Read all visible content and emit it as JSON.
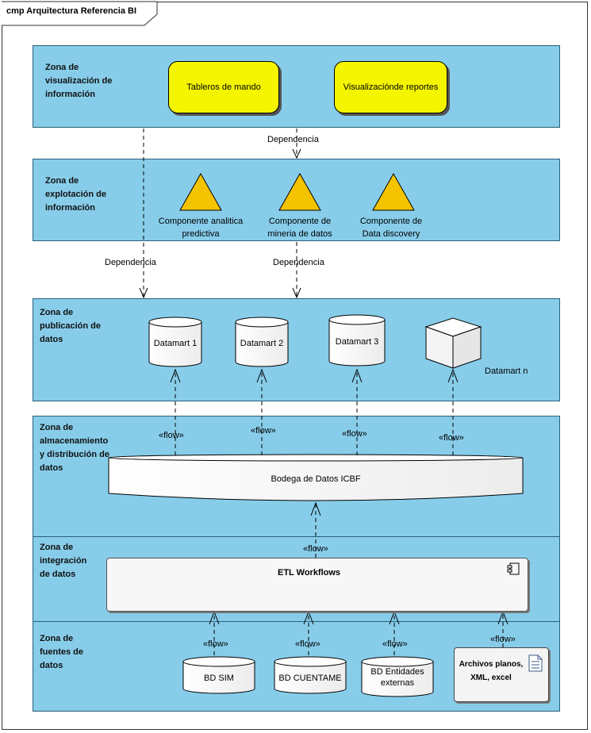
{
  "frame_title": "cmp Arquitectura Referencia BI",
  "zones": {
    "visualizacion": "Zona de\nvisualización de\ninformación",
    "explotacion": "Zona de\nexplotación de\ninformación",
    "publicacion": "Zona de\npublicación de\ndatos",
    "almacenamiento": "Zona de\nalmacenamiento\ny distribución de\ndatos",
    "integracion": "Zona de\nintegración\nde datos",
    "fuentes": "Zona de\nfuentes de\ndatos"
  },
  "visual_components": {
    "tableros": "Tableros de mando",
    "reportes": "Visualizaciónde reportes"
  },
  "exploit_components": {
    "analitica": "Componente analitica\npredictiva",
    "mineria": "Componente de\nmineria de datos",
    "discovery": "Componente de\nData discovery"
  },
  "datamarts": {
    "dm1": "Datamart 1",
    "dm2": "Datamart 2",
    "dm3": "Datamart 3",
    "dmn": "Datamart n"
  },
  "warehouse": "Bodega de Datos ICBF",
  "etl": "ETL Workflows",
  "sources": {
    "sim": "BD SIM",
    "cuentame": "BD CUENTAME",
    "entidades": "BD Entidades\nexternas",
    "archivos": "Archivos planos,\nXML, excel"
  },
  "relations": {
    "dependencia": "Dependencia",
    "flow": "«flow»"
  },
  "colors": {
    "zone_fill": "#87cdea",
    "component_yellow": "#f5f500",
    "triangle_yellow": "#f5c400"
  }
}
